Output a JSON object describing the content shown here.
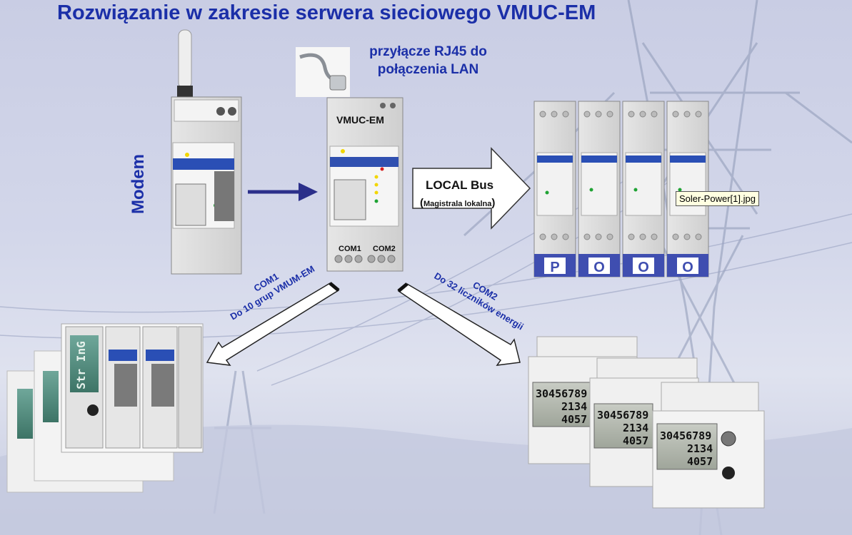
{
  "title": "Rozwiązanie w zakresie serwera sieciowego VMUC-EM",
  "rj45": {
    "line1": "przyłącze RJ45 do",
    "line2": "połączenia LAN"
  },
  "modem_label": "Modem",
  "vmuc": {
    "title": "VMUC-EM",
    "com1": "COM1",
    "com2": "COM2"
  },
  "local_bus": {
    "main": "LOCAL Bus",
    "open": "(",
    "sub": "Magistrala lokalna",
    "close": ")"
  },
  "com1_link": {
    "line1": "COM1",
    "line2": "Do 10 grup VMUM-EM"
  },
  "com2_link": {
    "line1": "COM2",
    "line2": "Do 32 liczników energii"
  },
  "modules": {
    "letters": [
      "P",
      "O",
      "O",
      "O"
    ]
  },
  "meters": {
    "line1": "30456789",
    "line2": "2134",
    "line3": "4057"
  },
  "stacked_display": "Str InG",
  "tooltip": "Soler-Power[1].jpg",
  "colors": {
    "title": "#1b2fa8",
    "arrow": "#2b2f8a",
    "module_base": "#3f4eb0"
  }
}
